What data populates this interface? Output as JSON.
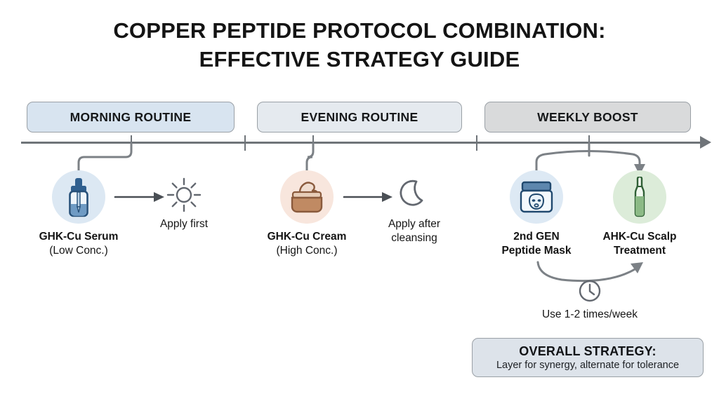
{
  "title": {
    "line1": "COPPER PEPTIDE PROTOCOL COMBINATION:",
    "line2": "EFFECTIVE STRATEGY GUIDE"
  },
  "colors": {
    "axis": "#6f7479",
    "morning_pill": "#d8e4f0",
    "evening_pill": "#e5eaef",
    "weekly_pill": "#d9dadb",
    "serum_circle": "#dce8f3",
    "cream_circle": "#f8e6dd",
    "mask_circle": "#dde9f4",
    "ampoule_circle": "#dcecd9",
    "serum_body": "#6f9bc4",
    "cream_body": "#c08a63",
    "mask_lid": "#5d87ae",
    "ampoule_body": "#8cba86",
    "strategy_box": "#dde3ea"
  },
  "phases": [
    {
      "id": "morning",
      "label": "MORNING ROUTINE"
    },
    {
      "id": "evening",
      "label": "EVENING ROUTINE"
    },
    {
      "id": "weekly",
      "label": "WEEKLY BOOST"
    }
  ],
  "nodes": [
    {
      "id": "serum",
      "icon": "dropper-bottle-icon",
      "label": "GHK-Cu Serum",
      "sub": "(Low Conc.)"
    },
    {
      "id": "cream",
      "icon": "cream-jar-icon",
      "label": "GHK-Cu Cream",
      "sub": "(High Conc.)"
    },
    {
      "id": "mask",
      "icon": "mask-jar-icon",
      "label_line1": "2nd GEN",
      "label_line2": "Peptide Mask"
    },
    {
      "id": "ampoule",
      "icon": "ampoule-icon",
      "label_line1": "AHK-Cu Scalp",
      "label_line2": "Treatment"
    }
  ],
  "notes": [
    {
      "id": "morning-note",
      "icon": "sun-icon",
      "text_line1": "Apply first",
      "text_line2": ""
    },
    {
      "id": "evening-note",
      "icon": "moon-icon",
      "text_line1": "Apply after",
      "text_line2": "cleansing"
    }
  ],
  "frequency": {
    "icon": "clock-icon",
    "text": "Use 1-2 times/week"
  },
  "strategy": {
    "title": "OVERALL STRATEGY:",
    "subtitle": "Layer for synergy, alternate for tolerance"
  }
}
